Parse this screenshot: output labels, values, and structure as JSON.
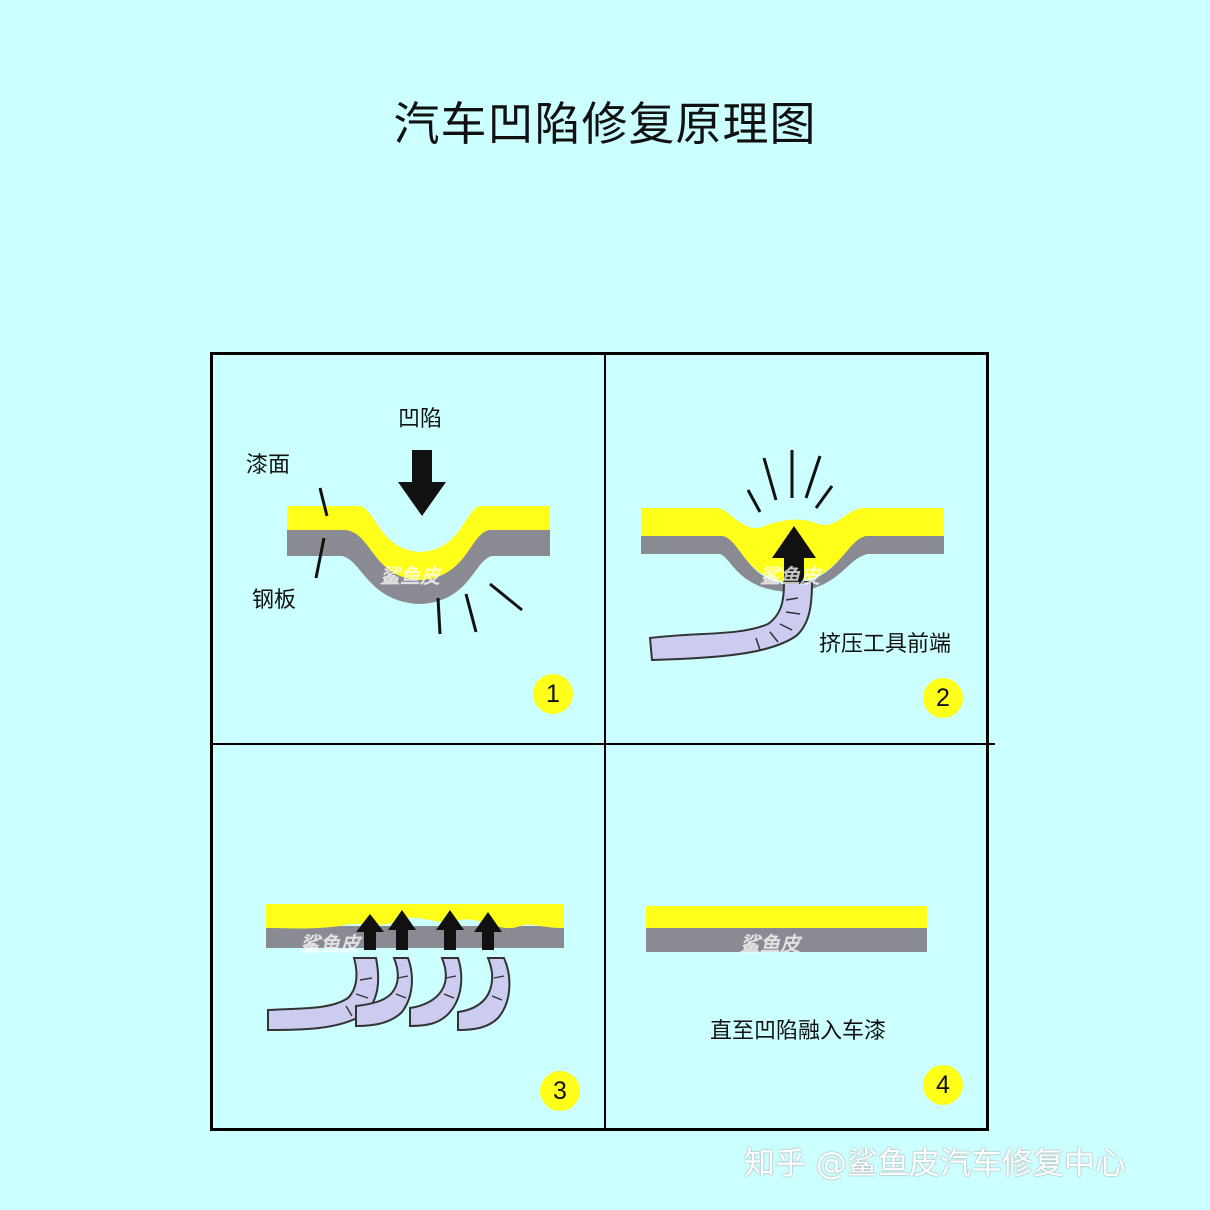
{
  "title": "汽车凹陷修复原理图",
  "panels": [
    {
      "number": "1",
      "labels": {
        "dent": "凹陷",
        "paint": "漆面",
        "steel": "钢板"
      }
    },
    {
      "number": "2",
      "labels": {
        "tool": "挤压工具前端"
      }
    },
    {
      "number": "3"
    },
    {
      "number": "4",
      "labels": {
        "result": "直至凹陷融入车漆"
      }
    }
  ],
  "watermark": {
    "brand": "鲨鱼皮"
  },
  "credit": "知乎 @鲨鱼皮汽车修复中心",
  "colors": {
    "background": "#ccffff",
    "paint_layer": "#ffff1a",
    "steel_layer": "#8a8a92",
    "tool": "#ccccf0",
    "badge": "#ffff1a"
  }
}
